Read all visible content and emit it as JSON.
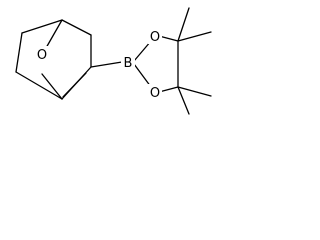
{
  "molecule": {
    "atoms": {
      "bridge_oxygen": "O",
      "boron": "B",
      "ring_oxygen_top": "O",
      "ring_oxygen_bottom": "O"
    }
  }
}
